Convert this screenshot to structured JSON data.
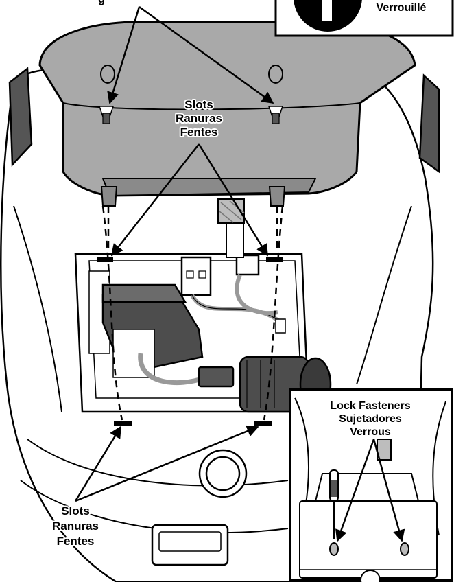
{
  "labels": {
    "top_partial": "g",
    "top_box_text": "Verrouillé",
    "slots_top": [
      "Slots",
      "Ranuras",
      "Fentes"
    ],
    "slots_bottom": [
      "Slots",
      "Ranuras",
      "Fentes"
    ],
    "lock_fasteners": [
      "Lock Fasteners",
      "Sujetadores",
      "Verrous"
    ]
  },
  "icons": {
    "lock_badge": "lock-badge-icon",
    "screwdriver": "screwdriver-icon"
  },
  "colors": {
    "outline": "#000000",
    "seat_gray": "#a9a9a9",
    "seat_dark": "#8a8a8a",
    "battery_dark": "#4d4d4d",
    "pedal_gray": "#bdbdbd",
    "body_white": "#ffffff"
  }
}
